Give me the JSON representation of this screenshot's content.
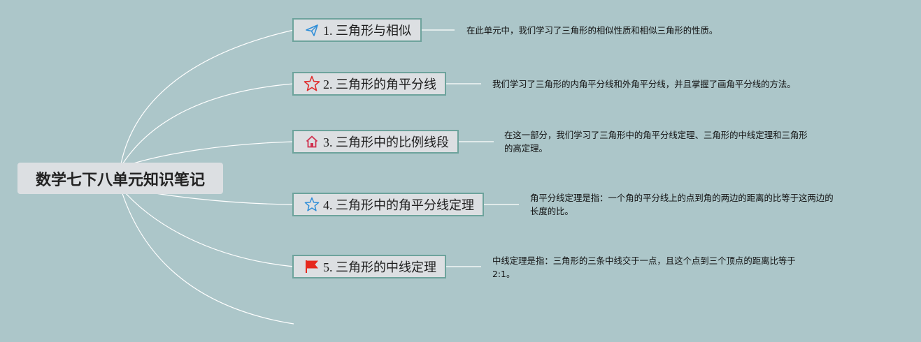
{
  "root": {
    "title": "数学七下八单元知识笔记"
  },
  "topics": [
    {
      "label": "1. 三角形与相似",
      "icon": "paper-plane-icon",
      "note": [
        "在此单元中，我们学习了三角形的相似性质和相似三角形的性质。"
      ]
    },
    {
      "label": "2. 三角形的角平分线",
      "icon": "red-star-icon",
      "note": [
        "我们学习了三角形的内角平分线和外角平分线，并且掌握了画角平分线的方法。"
      ]
    },
    {
      "label": "3. 三角形中的比例线段",
      "icon": "home-icon",
      "note": [
        "在这一部分，我们学习了三角形中的角平分线定理、三角形的中线定理和三角形",
        "的高定理。"
      ]
    },
    {
      "label": "4. 三角形中的角平分线定理",
      "icon": "blue-star-icon",
      "note": [
        "角平分线定理是指：一个角的平分线上的点到角的两边的距离的比等于这两边的",
        "长度的比。"
      ]
    },
    {
      "label": "5. 三角形的中线定理",
      "icon": "red-flag-icon",
      "note": [
        "中线定理是指：三角形的三条中线交于一点，且这个点到三个顶点的距离比等于",
        "2:1。"
      ]
    }
  ],
  "colors": {
    "background": "#acc6c9",
    "node_fill": "#dcdfe2",
    "node_border": "#6da39c",
    "connector": "#ffffff"
  }
}
